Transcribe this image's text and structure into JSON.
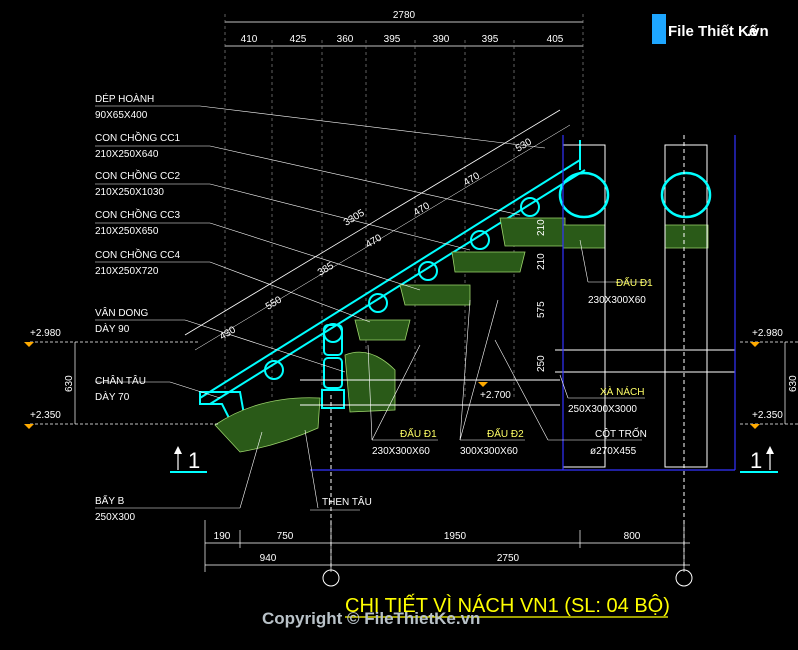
{
  "title": "CHI TIẾT VÌ NÁCH VN1 (SL: 04 BỘ)",
  "watermark": "Copyright © FileThietKe.vn",
  "logo": {
    "part1": "File",
    "part2": "Thiết Kế",
    "part3": ".vn"
  },
  "top_dims": {
    "total": "2780",
    "segments": [
      "410",
      "425",
      "360",
      "395",
      "390",
      "395",
      "405"
    ]
  },
  "slope_dims": [
    "430",
    "550",
    "385",
    "470",
    "470",
    "470",
    "530",
    "3305"
  ],
  "bottom_dims": {
    "row1": [
      "190",
      "750",
      "1950",
      "800"
    ],
    "row2": [
      "940",
      "2750"
    ]
  },
  "left_vert_dim": "630",
  "right_vert_dim": "630",
  "mid_vert_dims": [
    "210",
    "210",
    "575",
    "250"
  ],
  "levels": {
    "left_top": "+2.980",
    "left_bottom": "+2.350",
    "right_top": "+2.980",
    "right_bottom": "+2.350",
    "mid": "+2.700"
  },
  "section_mark": "1",
  "labels_left": [
    {
      "name": "DÉP HOÀNH",
      "size": "90X65X400"
    },
    {
      "name": "CON CHỒNG CC1",
      "size": "210X250X640"
    },
    {
      "name": "CON CHỒNG CC2",
      "size": "210X250X1030"
    },
    {
      "name": "CON CHỒNG CC3",
      "size": "210X250X650"
    },
    {
      "name": "CON CHỒNG CC4",
      "size": "210X250X720"
    },
    {
      "name": "VÂN DONG",
      "size": "DÀY 90"
    },
    {
      "name": "CHÂN TÂU",
      "size": "DÀY 70"
    }
  ],
  "label_bay": {
    "name": "BẨY B",
    "size": "250X300"
  },
  "label_then_tau": "THEN TÂU",
  "labels_bottom": [
    {
      "name": "ĐẤU Đ1",
      "size": "230X300X60"
    },
    {
      "name": "ĐẤU Đ2",
      "size": "300X300X60"
    },
    {
      "name": "CỘT TRỐN",
      "size": "ø270X455"
    }
  ],
  "label_xa_nach": {
    "name": "XÀ NÁCH",
    "size": "250X300X3000"
  },
  "label_dau_right": {
    "name": "ĐẤU Đ1",
    "size": "230X300X60"
  }
}
